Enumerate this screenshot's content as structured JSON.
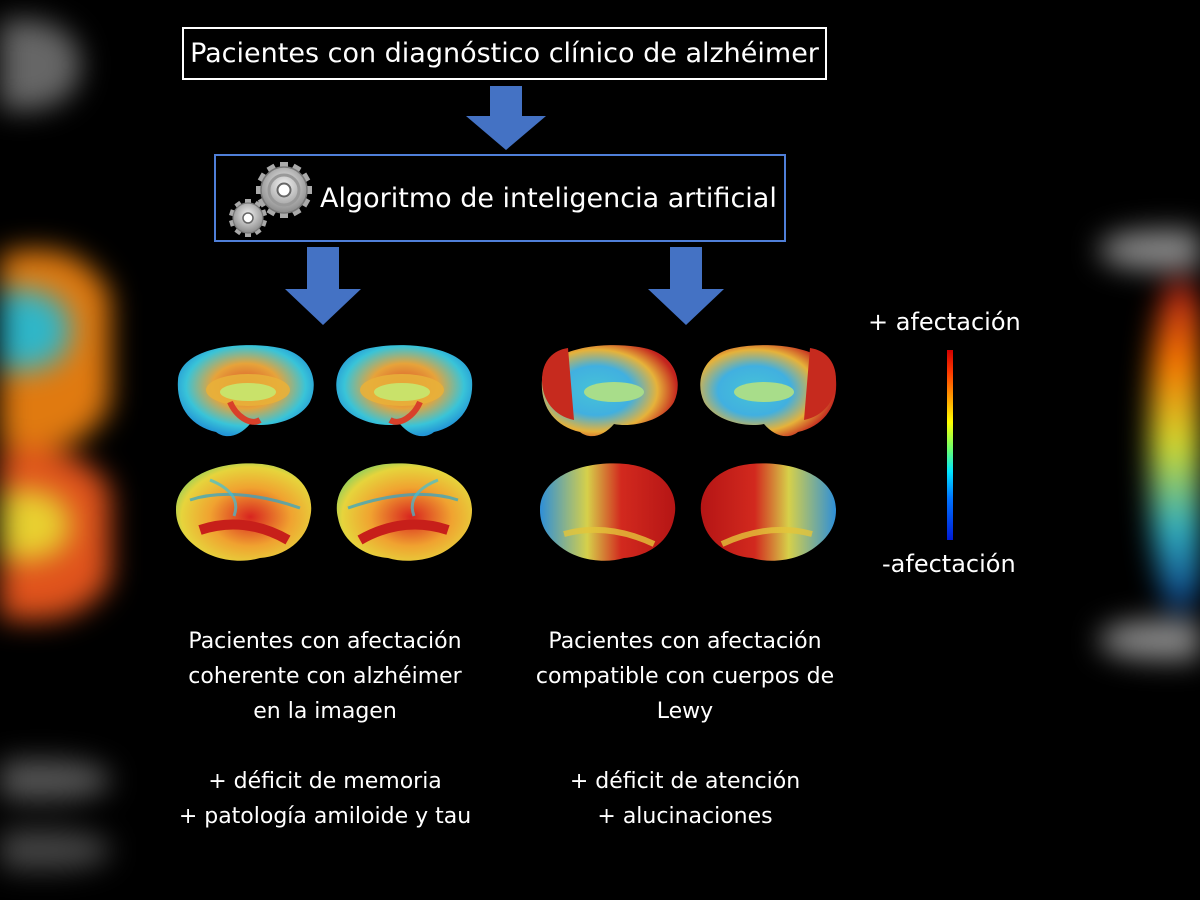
{
  "top_box": {
    "text": "Pacientes con diagnóstico clínico de alzhéimer"
  },
  "algorithm_box": {
    "text": "Algoritmo de inteligencia artificial",
    "icon": "gears-icon"
  },
  "left_group": {
    "caption_lines": [
      "Pacientes con afectación",
      "coherente con alzhéimer",
      "en la imagen"
    ],
    "detail_lines": [
      "+ déficit de memoria",
      "+ patología amiloide y tau"
    ]
  },
  "right_group": {
    "caption_lines": [
      "Pacientes con afectación",
      "compatible con cuerpos de",
      "Lewy"
    ],
    "detail_lines": [
      "+ déficit de atención",
      "+ alucinaciones"
    ]
  },
  "color_scale": {
    "top_label": "+ afectación",
    "bottom_label": "-afectación",
    "colors": [
      "#d10000",
      "#ffb300",
      "#ffff00",
      "#6cff6c",
      "#00e5ff",
      "#001bd6"
    ]
  },
  "colors": {
    "arrow": "#4472c4",
    "algorithm_border": "#4f7fd8",
    "box_border": "#ffffff",
    "background": "#000000"
  }
}
